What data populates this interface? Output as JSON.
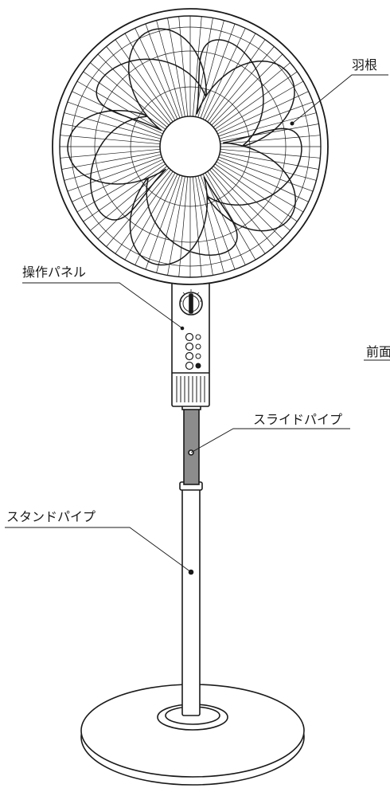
{
  "labels": {
    "blade": "羽根",
    "control_panel": "操作パネル",
    "slide_pipe": "スライドパイプ",
    "stand_pipe": "スタンドパイプ",
    "front": "前面"
  },
  "colors": {
    "line": "#1a1a1a",
    "slide_pipe_fill": "#8c8c8c",
    "background": "#ffffff"
  }
}
